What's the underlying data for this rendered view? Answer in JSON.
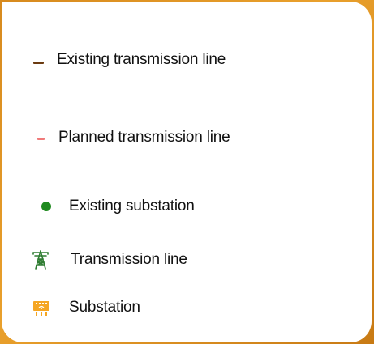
{
  "legend": {
    "items": [
      {
        "label": "Existing transmission line",
        "symbol": "line-icon",
        "color": "#6b3a10"
      },
      {
        "label": "Planned transmission line",
        "symbol": "line-icon",
        "color": "#f07a7a"
      },
      {
        "label": "Existing substation",
        "symbol": "dot-icon",
        "color": "#1f8a1f"
      },
      {
        "label": "Transmission line",
        "symbol": "transmission-tower-icon",
        "color": "#2f7d32"
      },
      {
        "label": "Substation",
        "symbol": "substation-icon",
        "color": "#f5a623"
      }
    ]
  }
}
